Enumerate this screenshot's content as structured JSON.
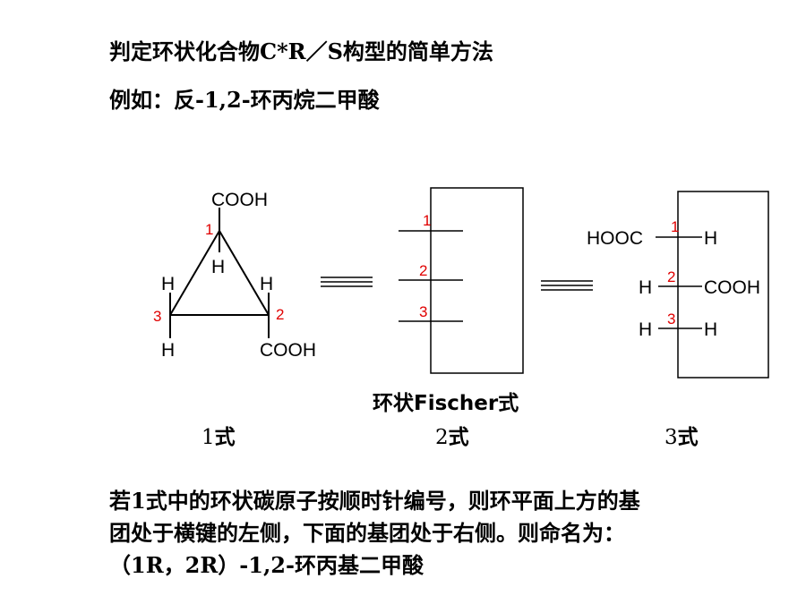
{
  "heading": {
    "title": "判定环状化合物C*R／S构型的简单方法",
    "example": "例如：反-1,2-环丙烷二甲酸"
  },
  "formula1": {
    "top_group": "COOH",
    "c1_h": "H",
    "c3_h_top": "H",
    "c3_h_bottom": "H",
    "c2_h": "H",
    "bottom_group": "COOH",
    "n1": "1",
    "n2": "2",
    "n3": "3"
  },
  "formula2": {
    "n1": "1",
    "n2": "2",
    "n3": "3"
  },
  "formula3": {
    "row1_left": "HOOC",
    "row1_right": "H",
    "row2_left": "H",
    "row2_right": "COOH",
    "row3_left": "H",
    "row3_right": "H",
    "n1": "1",
    "n2": "2",
    "n3": "3"
  },
  "captions": {
    "fischer": "环状Fischer式",
    "label1_num": "1",
    "label1_txt": "式",
    "label2_num": "2",
    "label2_txt": "式",
    "label3_num": "3",
    "label3_txt": "式"
  },
  "explanation": {
    "line1": "若1式中的环状碳原子按顺时针编号，则环平面上方的基",
    "line2": "团处于横键的左侧，下面的基团处于右侧。则命名为：",
    "line3": "（1R，2R）-1,2-环丙基二甲酸"
  },
  "colors": {
    "locant": "#e00000",
    "ink": "#000000"
  }
}
